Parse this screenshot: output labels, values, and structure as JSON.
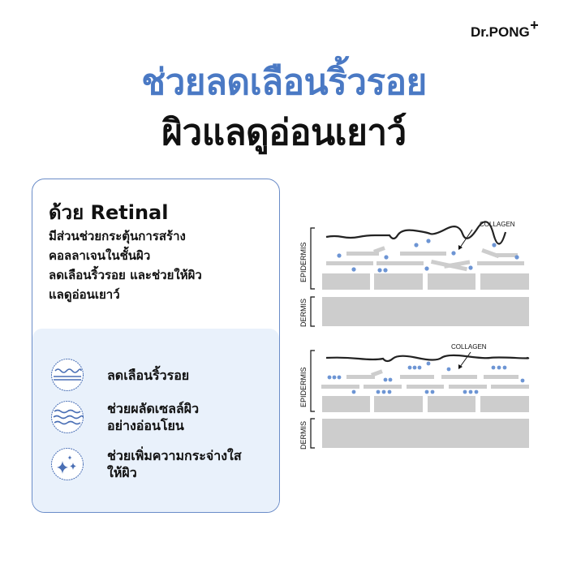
{
  "brand": {
    "name": "Dr.PONG",
    "plus": "+"
  },
  "headline": {
    "line1": "ช่วยลดเลือนริ้วรอย",
    "line2": "ผิวแลดูอ่อนเยาว์",
    "line1_color": "#4a79c4"
  },
  "card": {
    "heading": "ด้วย Retinal",
    "description": [
      "มีส่วนช่วยกระตุ้นการสร้าง",
      "คอลลาเจนในชั้นผิว",
      "ลดเลือนริ้วรอย และช่วยให้ผิว",
      "แลดูอ่อนเยาว์"
    ],
    "features": [
      {
        "icon": "wrinkle-reduce-icon",
        "lines": [
          "ลดเลือนริ้วรอย"
        ]
      },
      {
        "icon": "waves-exfoliate-icon",
        "lines": [
          "ช่วยผลัดเซลล์ผิว",
          "อย่างอ่อนโยน"
        ]
      },
      {
        "icon": "sparkle-icon",
        "lines": [
          "ช่วยเพิ่มความกระจ่างใส",
          "ให้ผิว"
        ]
      }
    ]
  },
  "diagrams": [
    {
      "state": "before",
      "epidermis_label": "EPIDERMIS",
      "dermis_label": "DERMIS",
      "collagen_label": "COLLAGEN"
    },
    {
      "state": "after",
      "epidermis_label": "EPIDERMIS",
      "dermis_label": "DERMIS",
      "collagen_label": "COLLAGEN"
    }
  ],
  "colors": {
    "accent": "#4a79c4",
    "card_border": "#6a8cc8",
    "panel_bg": "#e9f1fb",
    "dot": "#6d95d4",
    "layer": "#cdcdcd"
  }
}
